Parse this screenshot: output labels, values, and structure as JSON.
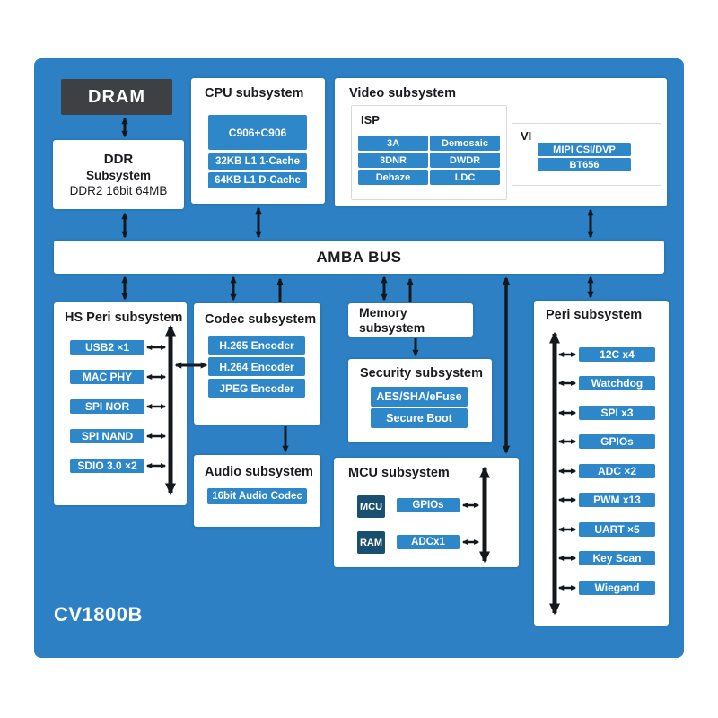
{
  "chip_label": "CV1800B",
  "colors": {
    "panel_blue": "#2c80c3",
    "bar_blue": "#2d87c9",
    "dark_navy": "#1a506f",
    "dram_gray": "#3f4043",
    "arrow_black": "#14181c"
  },
  "dram": {
    "label": "DRAM"
  },
  "ddr": {
    "line1": "DDR",
    "line2": "Subsystem",
    "line3": "DDR2 16bit 64MB"
  },
  "cpu": {
    "title": "CPU subsystem",
    "core": "C906+C906",
    "caches": [
      "32KB L1 1-Cache",
      "64KB L1 D-Cache"
    ]
  },
  "video": {
    "title": "Video subsystem",
    "isp": {
      "title": "ISP",
      "cells": [
        "3A",
        "Demosaic",
        "3DNR",
        "DWDR",
        "Dehaze",
        "LDC"
      ]
    },
    "vi": {
      "title": "VI",
      "items": [
        "MIPI CSI/DVP",
        "BT656"
      ]
    }
  },
  "amba": {
    "label": "AMBA BUS"
  },
  "hs_peri": {
    "title": "HS Peri subsystem",
    "items": [
      "USB2 ×1",
      "MAC PHY",
      "SPI NOR",
      "SPI NAND",
      "SDIO 3.0 ×2"
    ]
  },
  "codec": {
    "title": "Codec subsystem",
    "items": [
      "H.265 Encoder",
      "H.264 Encoder",
      "JPEG Encoder"
    ]
  },
  "audio": {
    "title": "Audio subsystem",
    "items": [
      "16bit Audio Codec"
    ]
  },
  "memory": {
    "title": "Memory subsystem"
  },
  "security": {
    "title": "Security subsystem",
    "items": [
      "AES/SHA/eFuse",
      "Secure Boot"
    ]
  },
  "mcu": {
    "title": "MCU subsystem",
    "blocks": [
      "MCU",
      "RAM"
    ],
    "items": [
      "GPIOs",
      "ADCx1"
    ]
  },
  "peri": {
    "title": "Peri subsystem",
    "items": [
      "12C x4",
      "Watchdog",
      "SPI x3",
      "GPIOs",
      "ADC ×2",
      "PWM x13",
      "UART ×5",
      "Key Scan",
      "Wiegand"
    ]
  }
}
